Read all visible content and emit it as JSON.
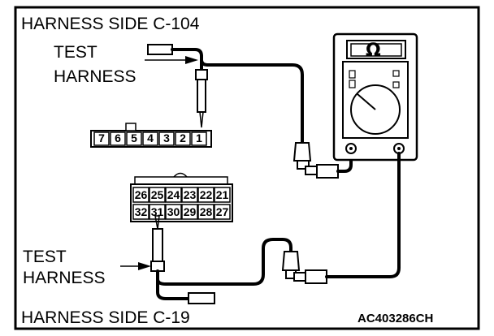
{
  "labels": {
    "c104_title": "HARNESS SIDE C-104",
    "c19_title": "HARNESS SIDE C-19",
    "test_word_top": "TEST",
    "harness_word_top": "HARNESS",
    "test_word_bottom": "TEST",
    "harness_word_bottom": "HARNESS",
    "figure_code": "AC403286CH"
  },
  "connector_c104": {
    "pins": [
      "7",
      "6",
      "5",
      "4",
      "3",
      "2",
      "1"
    ]
  },
  "connector_c19": {
    "top_row": [
      "26",
      "25",
      "24",
      "23",
      "22",
      "21"
    ],
    "bottom_row": [
      "32",
      "31",
      "30",
      "29",
      "28",
      "27"
    ]
  },
  "meter": {
    "symbol": "Ω"
  }
}
